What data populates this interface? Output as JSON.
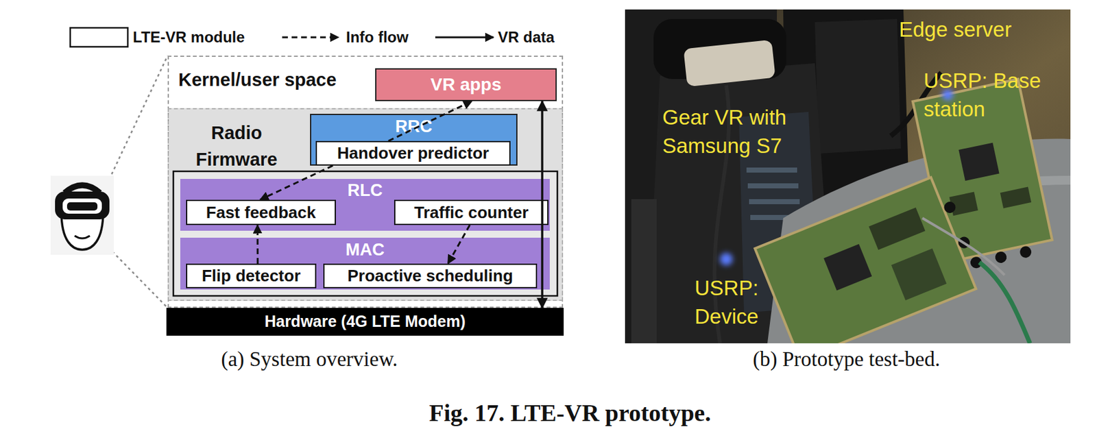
{
  "diagram": {
    "caption": "Fig. 17. LTE-VR prototype.",
    "nodes": [
      {
        "text": [
          "Kernel/user space"
        ]
      },
      {
        "text": [
          "VR apps"
        ],
        "in": 0
      },
      {
        "text": [
          "Radio Firmware"
        ],
        "in": 0
      },
      {
        "text": [
          "RRC"
        ],
        "in": 2
      },
      {
        "text": [
          "Handover predictor"
        ],
        "in": 3
      },
      {
        "text": [
          "RLC"
        ],
        "in": 2
      },
      {
        "text": [
          "Fast feedback"
        ],
        "in": 5
      },
      {
        "text": [
          "Traffic counter"
        ],
        "in": 5
      },
      {
        "text": [
          "MAC"
        ],
        "in": 2
      },
      {
        "text": [
          "Flip detector"
        ],
        "in": 8
      },
      {
        "text": [
          "Proactive scheduling"
        ],
        "in": 8
      },
      {
        "text": [
          "Hardware (4G LTE Modem)"
        ]
      }
    ],
    "edges": [
      {
        "from": 1,
        "to": 11,
        "arrow": "both"
      },
      {
        "from": 4,
        "to": 1,
        "arrow": "to"
      },
      {
        "from": 4,
        "to": 6,
        "arrow": "to"
      },
      {
        "from": 9,
        "to": 6,
        "arrow": "to"
      },
      {
        "from": 7,
        "to": 10,
        "arrow": "to"
      }
    ],
    "labels": [
      "(a) System overview.",
      "Edge server",
      "Gear VR with Samsung S7",
      "USRP: Base station",
      "USRP: Device",
      "(b) Prototype test-bed."
    ],
    "legend": [
      {
        "text": "LTE-VR module"
      },
      {
        "text": "Info flow"
      },
      {
        "text": "VR data"
      }
    ]
  }
}
